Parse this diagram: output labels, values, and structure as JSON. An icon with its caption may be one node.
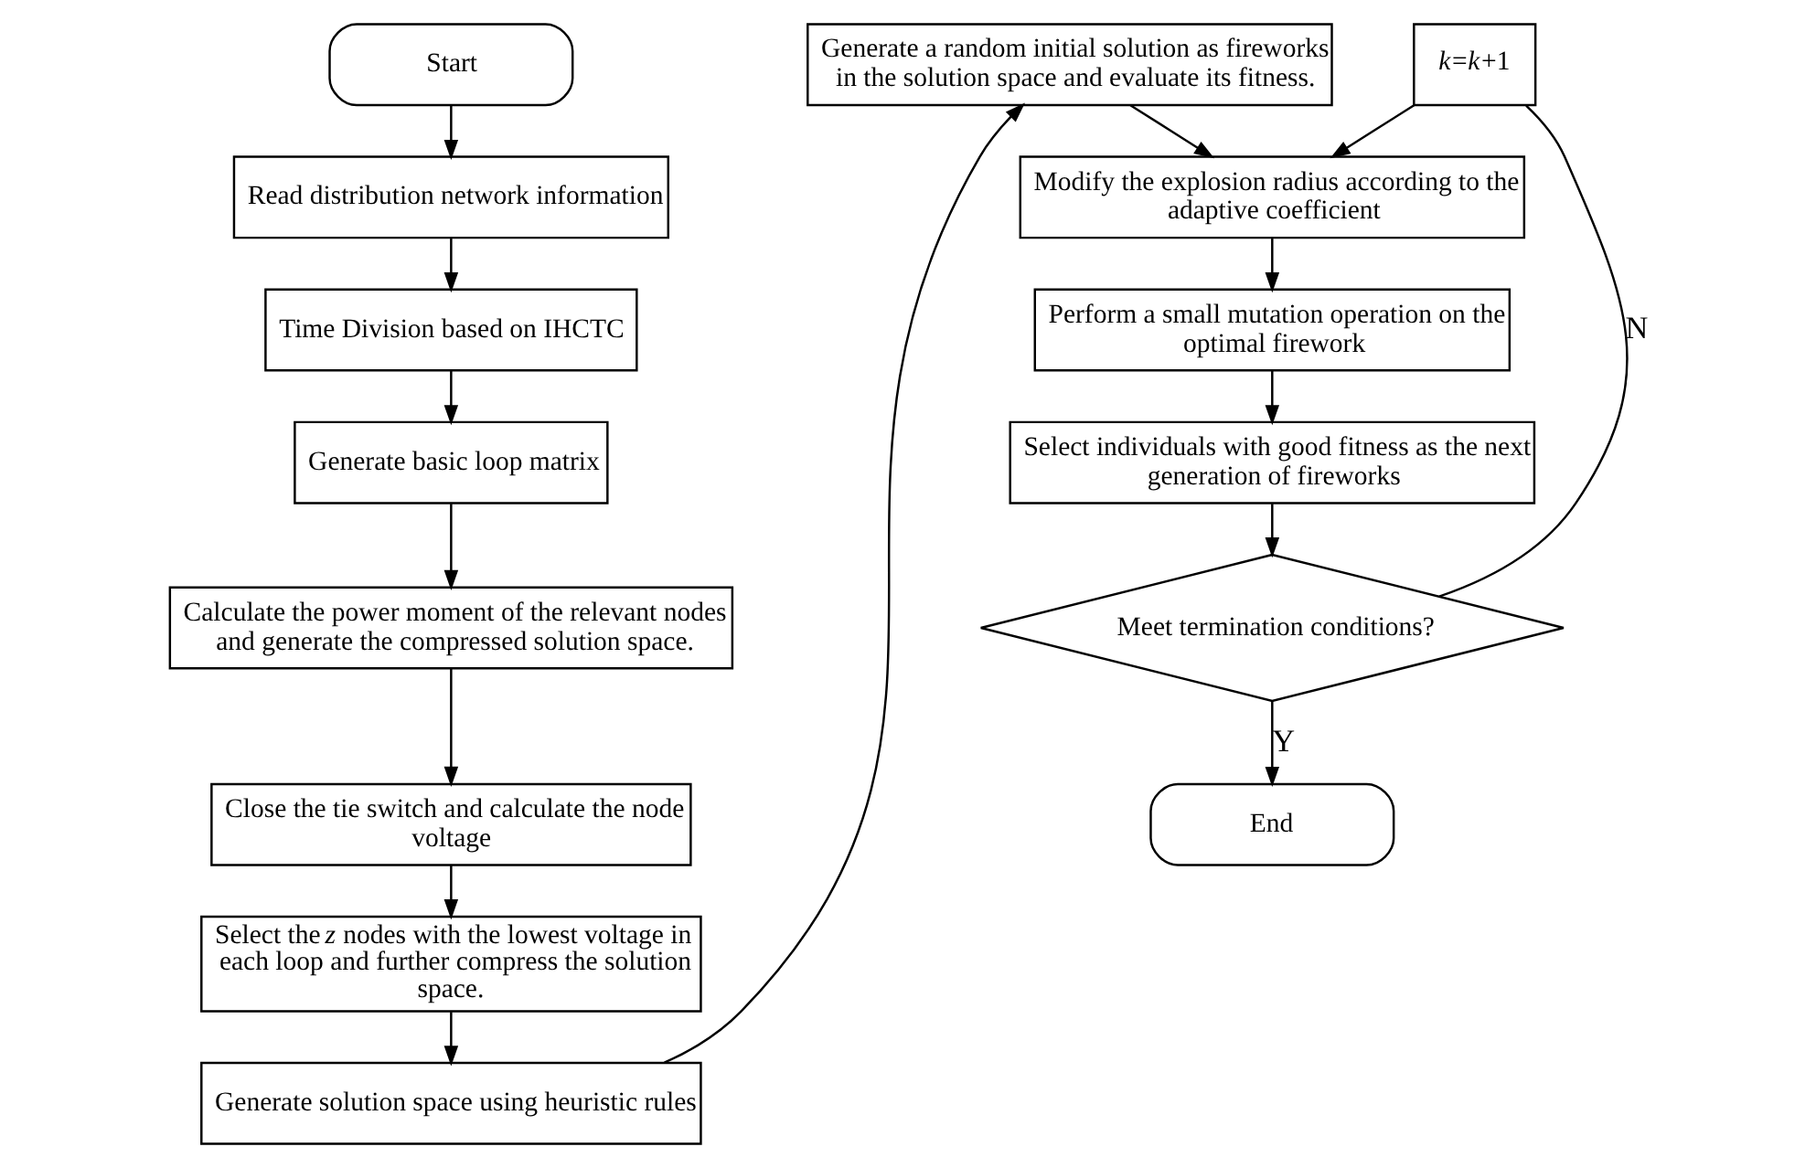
{
  "diagram": {
    "nodes": [
      {
        "text": [
          "Start"
        ]
      },
      {
        "text": [
          "Read distribution network information"
        ]
      },
      {
        "text": [
          "Time Division based on IHCTC"
        ]
      },
      {
        "text": [
          "Generate basic loop matrix"
        ]
      },
      {
        "text": [
          "Calculate the power moment of the relevant nodes and generate the compressed solution space."
        ]
      },
      {
        "text": [
          "Close the tie switch and calculate the node voltage"
        ]
      },
      {
        "text": [
          "Select the *z* nodes with the lowest voltage in each loop and further compress the solution space."
        ]
      },
      {
        "text": [
          "Generate solution space using heuristic rules"
        ]
      },
      {
        "text": [
          "Generate a random initial solution as fireworks in the solution space and evaluate its fitness."
        ]
      },
      {
        "text": [
          "Modify the explosion radius according to the adaptive coefficient"
        ]
      },
      {
        "text": [
          "Perform a small mutation operation on the optimal firework"
        ]
      },
      {
        "text": [
          "Select individuals with good fitness as the next generation of fireworks"
        ]
      },
      {
        "text": [
          "Meet termination conditions?"
        ]
      },
      {
        "text": [
          "End"
        ]
      },
      {
        "text": [
          "*k*=*k*+1"
        ]
      }
    ],
    "edges": [
      {
        "from": 0,
        "to": 1,
        "arrow": "to"
      },
      {
        "from": 1,
        "to": 2,
        "arrow": "to"
      },
      {
        "from": 2,
        "to": 3,
        "arrow": "to"
      },
      {
        "from": 3,
        "to": 4,
        "arrow": "to"
      },
      {
        "from": 4,
        "to": 5,
        "arrow": "to"
      },
      {
        "from": 5,
        "to": 6,
        "arrow": "to"
      },
      {
        "from": 6,
        "to": 7,
        "arrow": "to"
      },
      {
        "from": 7,
        "to": 8,
        "arrow": "to"
      },
      {
        "from": 8,
        "to": 9,
        "arrow": "to"
      },
      {
        "from": 9,
        "to": 10,
        "arrow": "to"
      },
      {
        "from": 10,
        "to": 11,
        "arrow": "to"
      },
      {
        "from": 11,
        "to": 12,
        "arrow": "to"
      },
      {
        "from": 12,
        "to": 13,
        "label": "Y",
        "arrow": "to"
      },
      {
        "from": 12,
        "to": 14,
        "label": "N",
        "arrow": "none"
      },
      {
        "from": 14,
        "to": 9,
        "arrow": "to"
      }
    ]
  }
}
